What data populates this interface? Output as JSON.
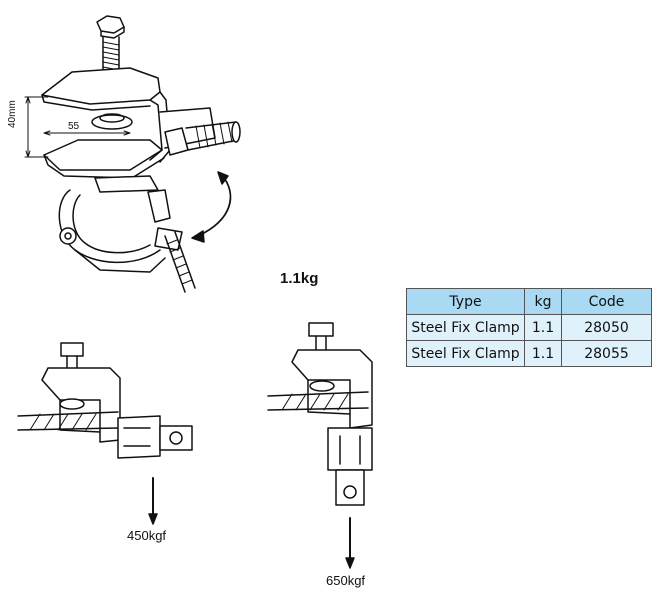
{
  "labels": {
    "weight": "1.1kg",
    "dim_width": "55",
    "dim_height": "40mm",
    "load_left": "450kgf",
    "load_right": "650kgf"
  },
  "table": {
    "headers": [
      "Type",
      "kg",
      "Code"
    ],
    "rows": [
      [
        "Steel Fix Clamp",
        "1.1",
        "28050"
      ],
      [
        "Steel Fix Clamp",
        "1.1",
        "28055"
      ]
    ]
  },
  "colors": {
    "header_bg": "#a9d9f3",
    "cell_bg": "#dff1fb",
    "line": "#111111"
  }
}
